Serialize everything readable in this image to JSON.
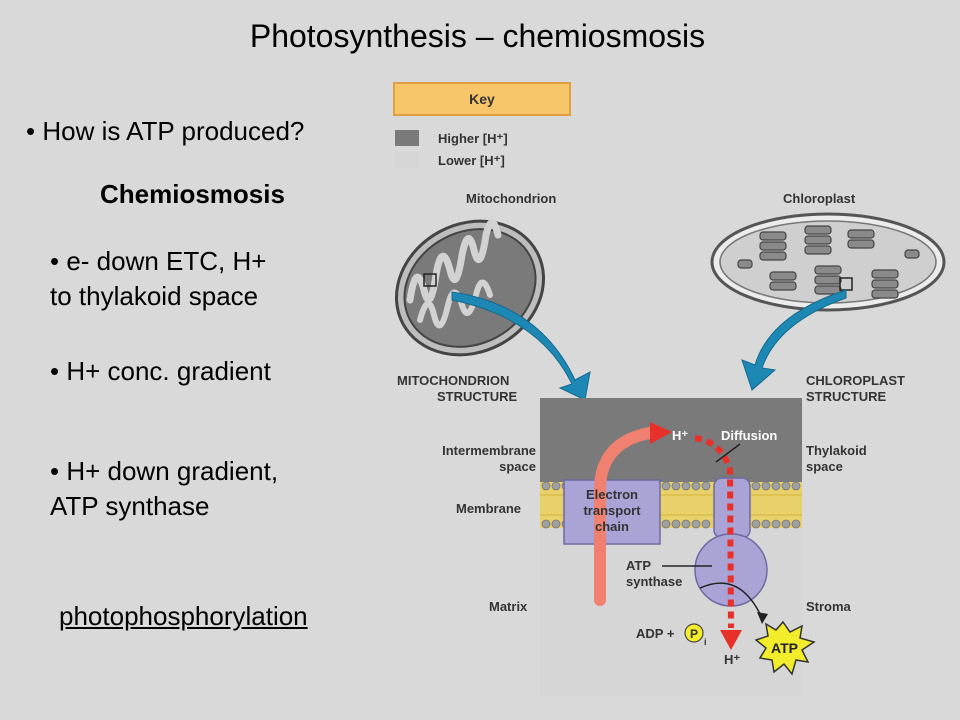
{
  "slide": {
    "title": "Photosynthesis – chemiosmosis",
    "question": "• How is ATP produced?",
    "heading": "Chemiosmosis",
    "bullets": [
      {
        "line1": "• e- down ETC, H+",
        "line2": "to thylakoid space"
      },
      {
        "line1": "• H+ conc. gradient",
        "line2": ""
      },
      {
        "line1": "• H+ down gradient,",
        "line2": "ATP synthase"
      }
    ],
    "footer_term": "photophosphorylation"
  },
  "figure": {
    "key_title": "Key",
    "key_higher": "Higher [H⁺]",
    "key_lower": "Lower [H⁺]",
    "mitochondrion_label": "Mitochondrion",
    "chloroplast_label": "Chloroplast",
    "mito_structure_1": "MITOCHONDRION",
    "mito_structure_2": "STRUCTURE",
    "chloro_structure_1": "CHLOROPLAST",
    "chloro_structure_2": "STRUCTURE",
    "intermembrane_1": "Intermembrane",
    "intermembrane_2": "space",
    "membrane": "Membrane",
    "matrix": "Matrix",
    "thylakoid_1": "Thylakoid",
    "thylakoid_2": "space",
    "stroma": "Stroma",
    "h_plus_top": "H⁺",
    "diffusion": "Diffusion",
    "etc_1": "Electron",
    "etc_2": "transport",
    "etc_3": "chain",
    "atp_synthase_1": "ATP",
    "atp_synthase_2": "synthase",
    "adp": "ADP +",
    "pi": "P",
    "pi_sub": "i",
    "atp": "ATP",
    "h_plus_bottom": "H⁺",
    "colors": {
      "higher": "#7a7a7a",
      "lower": "#d6d6d6",
      "arrow_blue": "#1e88b5",
      "red": "#e8302a",
      "protein": "#a9a3d6",
      "key": "#f7c66b",
      "atp_star": "#f2ec2a"
    }
  }
}
